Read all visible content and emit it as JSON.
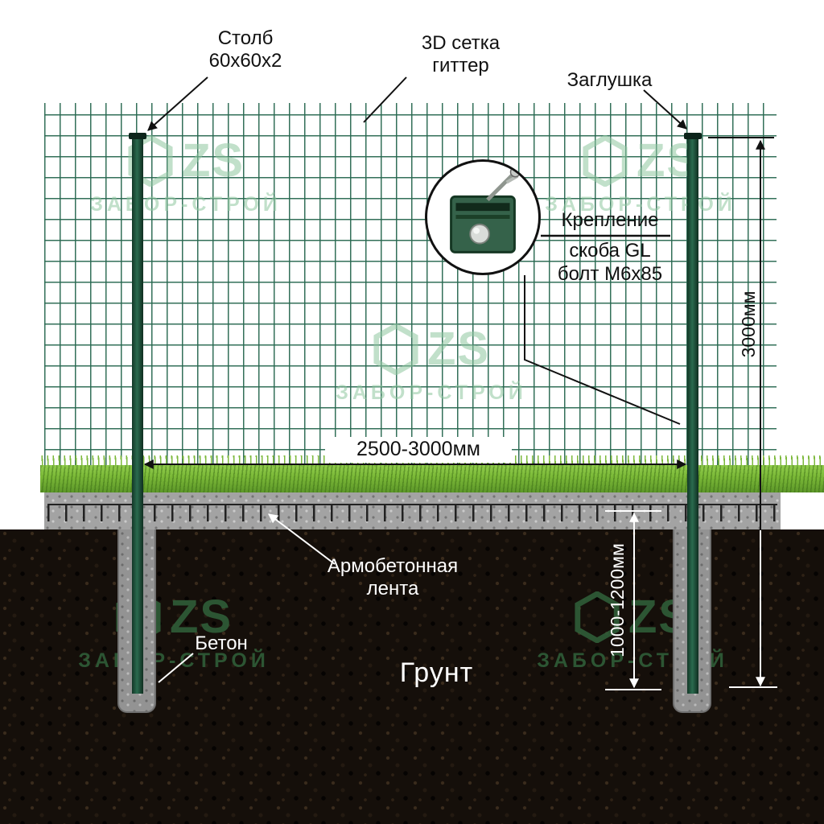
{
  "labels": {
    "post_line1": "Столб",
    "post_line2": "60х60х2",
    "mesh_line1": "3D сетка",
    "mesh_line2": "гиттер",
    "cap": "Заглушка",
    "fastener_line1": "Крепление",
    "fastener_line2": "скоба  GL",
    "fastener_line3": "болт М6х85",
    "strip_line1": "Армобетонная",
    "strip_line2": "лента",
    "concrete": "Бетон",
    "soil": "Грунт"
  },
  "dimensions": {
    "span": "2500-3000мм",
    "height": "3000мм",
    "depth": "1000-1200мм"
  },
  "watermark": {
    "logo": "ZS",
    "brand": "ЗАБОР-СТРОЙ"
  },
  "colors": {
    "mesh_green": "#2a6e54",
    "post_green": "#1b4a37",
    "grass_green": "#86c33e",
    "concrete_gray": "#a3a3a3",
    "soil_dark": "#150f0a",
    "watermark_light": "#8fc7a0",
    "watermark_dark": "#2f5d38"
  }
}
